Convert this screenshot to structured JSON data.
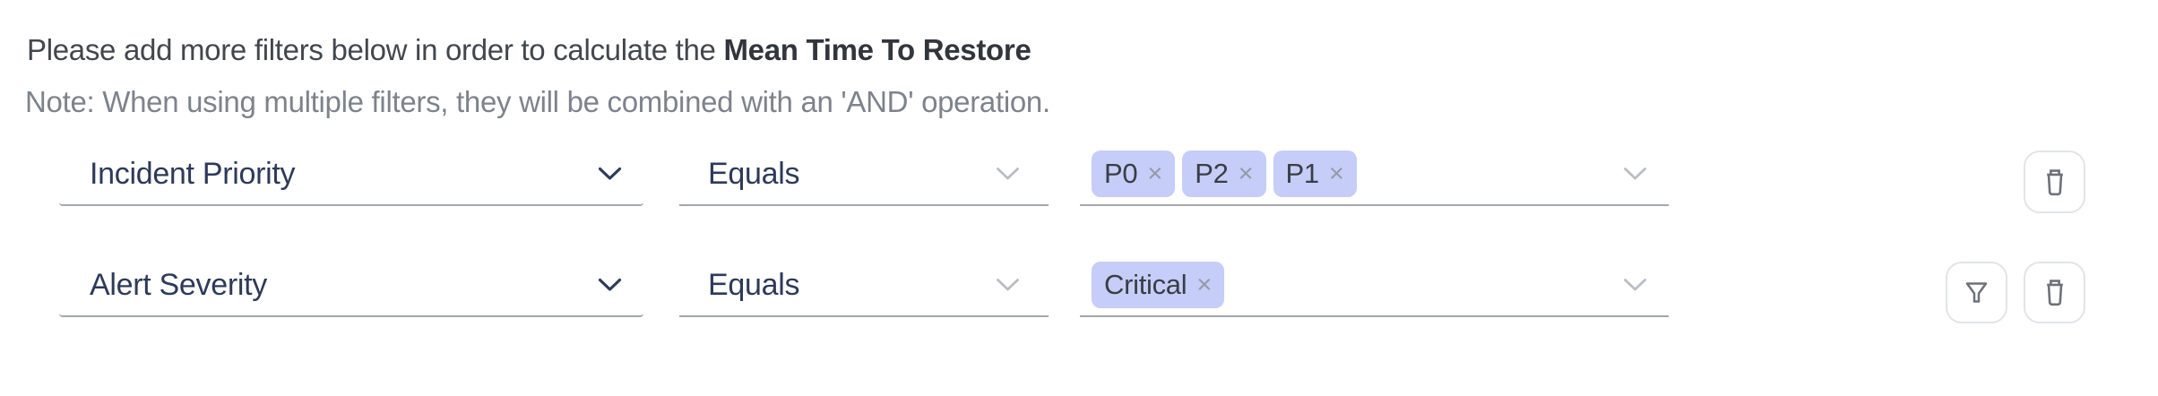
{
  "header": {
    "intro_prefix": "Please add more filters below in order to calculate the ",
    "metric_name": "Mean Time To Restore",
    "note": "Note: When using multiple filters, they will be combined with an 'AND' operation."
  },
  "rows": [
    {
      "field": "Incident Priority",
      "operator": "Equals",
      "values": [
        "P0",
        "P2",
        "P1"
      ]
    },
    {
      "field": "Alert Severity",
      "operator": "Equals",
      "values": [
        "Critical"
      ]
    }
  ],
  "tag": {
    "remove_glyph": "×"
  },
  "icons": {
    "chevron_down": "chevron-down-icon",
    "filter_funnel": "filter-funnel-icon",
    "trash": "trash-icon"
  },
  "colors": {
    "tag_background": "#c5cdf8",
    "field_text": "#2d3a5a",
    "header_text": "#42474e",
    "note_text": "#7d838c",
    "underline": "#a3a7ae",
    "icon_gray": "#6d7179",
    "button_border": "#e2e4e8",
    "chevron_muted": "#b9bdc4"
  }
}
